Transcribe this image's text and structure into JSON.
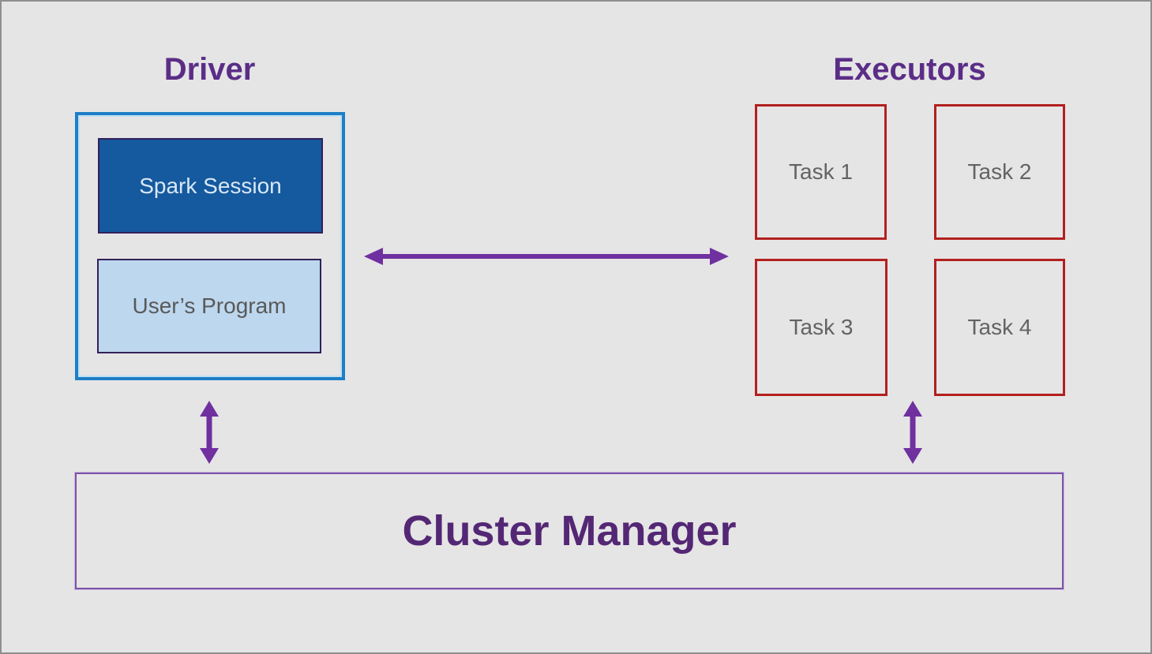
{
  "diagram": {
    "driver": {
      "title": "Driver",
      "spark_session_label": "Spark Session",
      "users_program_label": "User’s Program"
    },
    "executors": {
      "title": "Executors",
      "tasks": [
        "Task 1",
        "Task 2",
        "Task 3",
        "Task 4"
      ]
    },
    "cluster_manager": {
      "label": "Cluster Manager"
    },
    "colors": {
      "background": "#e5e5e5",
      "frame_border": "#8f8f8f",
      "title_purple": "#5b2d87",
      "driver_box_border": "#1e7ec6",
      "spark_session_fill": "#15599e",
      "spark_session_text": "#d8e8f6",
      "users_program_fill": "#bdd7ee",
      "inner_box_border": "#32205a",
      "task_border_red": "#b3201f",
      "gray_text": "#595959",
      "arrow_purple": "#7030a0",
      "cluster_border": "#7c52a8",
      "cluster_text": "#542775"
    }
  }
}
